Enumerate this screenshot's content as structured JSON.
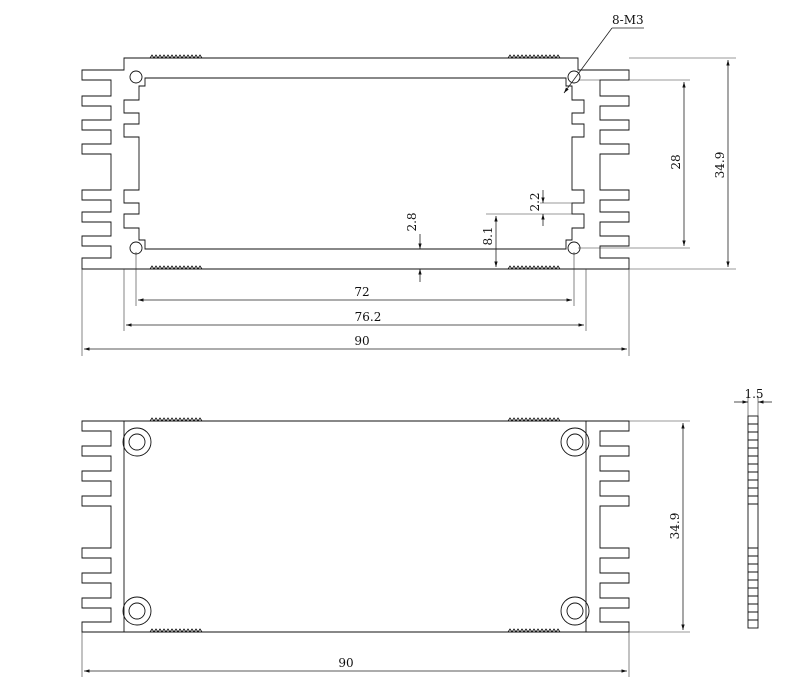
{
  "colors": {
    "fill": "#bfe2f3",
    "stroke": "#111111",
    "background": "#ffffff"
  },
  "labels": {
    "hole_note": "8-M3",
    "top_height": "34.9",
    "inner_height": "28",
    "lip_thickness": "2.8",
    "slot_width": "2.2",
    "slot_offset": "8.1",
    "inner_width": "72",
    "mid_width": "76.2",
    "top_width": "90",
    "bottom_height": "34.9",
    "bottom_width": "90",
    "plate_thickness": "1.5"
  }
}
